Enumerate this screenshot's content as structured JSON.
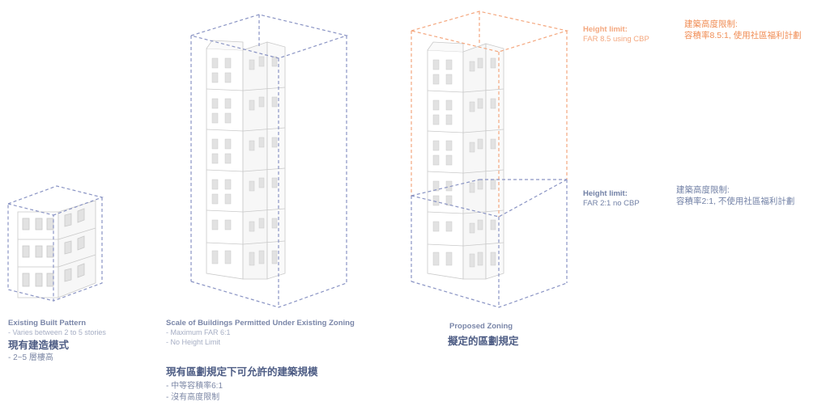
{
  "panels": {
    "existing": {
      "title_en": "Existing Built Pattern",
      "sub_en": "- Varies between 2 to 5 stories",
      "title_zh": "現有建造模式",
      "sub_zh": "- 2~5 層樓高"
    },
    "permitted": {
      "title_en": "Scale of Buildings Permitted Under Existing Zoning",
      "sub_en_1": "- Maximum FAR 6:1",
      "sub_en_2": "- No Height Limit",
      "title_zh": "現有區劃規定下可允許的建築規模",
      "sub_zh_1": "- 中等容積率6:1",
      "sub_zh_2": "- 沒有高度限制"
    },
    "proposed": {
      "title_en": "Proposed Zoning",
      "title_zh": "擬定的區劃規定"
    }
  },
  "annotations": {
    "upper": {
      "heading_en": "Height limit:",
      "detail_en": "FAR 8.5 using CBP",
      "heading_zh": "建築高度限制:",
      "detail_zh": "容積率8.5:1, 使用社區福利計劃"
    },
    "lower": {
      "heading_en": "Height limit:",
      "detail_en": "FAR 2:1 no CBP",
      "heading_zh": "建築高度限制:",
      "detail_zh": "容積率2:1, 不使用社區福利計劃"
    }
  },
  "colors": {
    "blue_dash": "#8a94c4",
    "orange_dash": "#f4a77e",
    "building_line": "#c9c9c9",
    "window_fill": "#e2e2e2"
  },
  "icons": {
    "existing_building": "small-townhouse-drawing",
    "permitted_building": "tall-tower-drawing",
    "proposed_building": "tall-tower-drawing"
  }
}
